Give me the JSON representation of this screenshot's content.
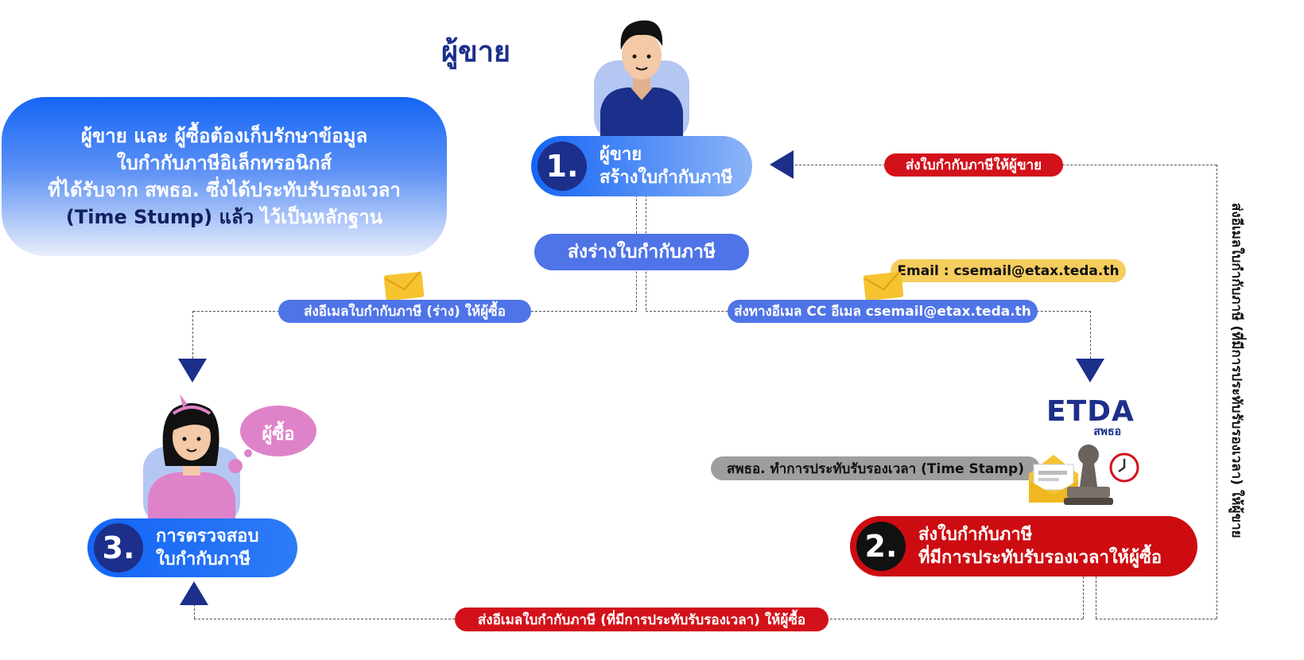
{
  "seller_heading": "ผู้ขาย",
  "buyer_bubble": "ผู้ซื้อ",
  "info_box": {
    "line1": "ผู้ขาย และ ผู้ซื้อต้องเก็บรักษาข้อมูล",
    "line2": "ใบกำกับภาษีอิเล็กทรอนิกส์",
    "line3": "ที่ได้รับจาก สพธอ. ซึ่งได้ประทับรับรองเวลา",
    "line4a": "(Time Stump) แล้ว",
    "line4b": "ไว้เป็นหลักฐาน"
  },
  "steps": [
    {
      "number": "1.",
      "line1": "ผู้ขาย",
      "line2": "สร้างใบกำกับภาษี"
    },
    {
      "number": "2.",
      "line1": "ส่งใบกำกับภาษี",
      "line2": "ที่มีการประทับรับรองเวลาให้ผู้ซื้อ"
    },
    {
      "number": "3.",
      "line1": "การตรวจสอบ",
      "line2": "ใบกำกับภาษี"
    }
  ],
  "labels": {
    "draft": "ส่งร่างใบกำกับภาษี",
    "send_seller": "ส่งใบกำกับภาษีให้ผู้ขาย",
    "email_badge": "Email : csemail@etax.teda.th",
    "email_draft": "ส่งอีเมลใบกำกับภาษี (ร่าง) ให้ผู้ซื้อ",
    "email_cc": "ส่งทางอีเมล CC อีเมล csemail@etax.teda.th",
    "timestamp": "สพธอ. ทำการประทับรับรองเวลา (Time Stamp)",
    "email_bottom": "ส่งอีเมลใบกำกับภาษี (ที่มีการประทับรับรองเวลา) ให้ผู้ซื้อ",
    "vertical": "ส่งอีเมลใบกำกับภาษี (ที่มีการประทับรับรองเวลา) ให้ผู้ขาย"
  },
  "logo": {
    "name": "ETDA",
    "sub": "สพธอ"
  },
  "colors": {
    "dark_blue": "#1c2f8a",
    "primary_blue": "#1465f5",
    "light_blue": "#4f74e8",
    "red": "#d3111b",
    "yellow": "#f5cd5e",
    "gray": "#9e9e9e",
    "pink": "#de83c9"
  },
  "icons": [
    "seller-avatar-icon",
    "buyer-avatar-icon",
    "envelope-icon",
    "stamp-icon",
    "clock-icon",
    "etda-logo"
  ]
}
